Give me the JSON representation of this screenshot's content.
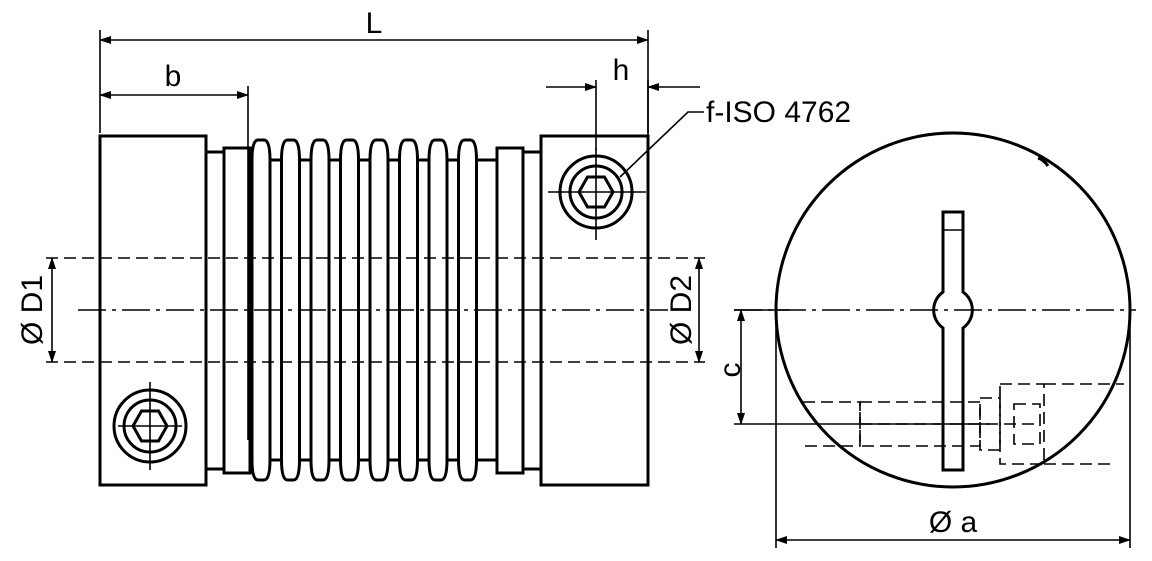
{
  "labels": {
    "length": "L",
    "hub_width": "b",
    "screw_offset": "h",
    "screw_spec": "f-ISO 4762",
    "bore_left": "Ø D1",
    "bore_right": "Ø D2",
    "screw_distance": "c",
    "outer_diameter": "Ø a"
  }
}
